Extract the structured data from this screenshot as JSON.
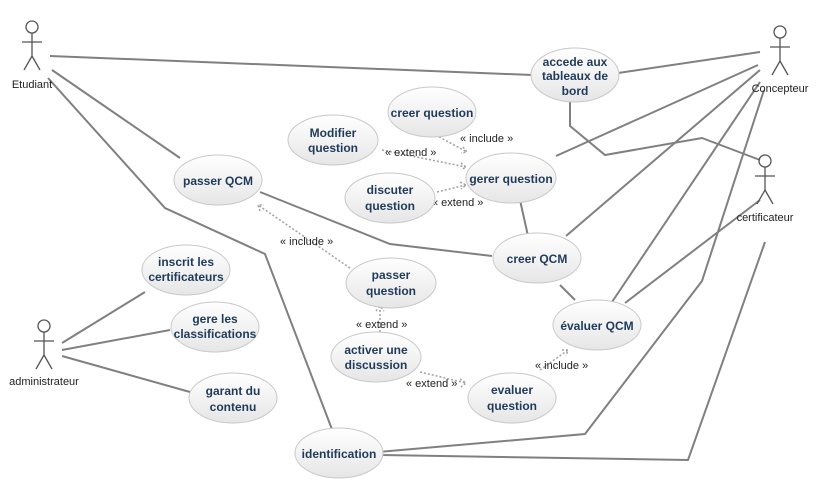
{
  "actors": {
    "etudiant": "Etudiant",
    "concepteur": "Concepteur",
    "certificateur": "certificateur",
    "administrateur": "administrateur"
  },
  "use_cases": {
    "accede": [
      "accede aux",
      "tableaux de",
      "bord"
    ],
    "creer_question": [
      "creer question"
    ],
    "modifier_question": [
      "Modifier",
      "question"
    ],
    "passer_qcm": [
      "passer QCM"
    ],
    "gerer_question": [
      "gerer question"
    ],
    "discuter_question": [
      "discuter",
      "question"
    ],
    "inscrit": [
      "inscrit les",
      "certificateurs"
    ],
    "creer_qcm": [
      "creer QCM"
    ],
    "passer_question": [
      "passer",
      "question"
    ],
    "gere_classifications": [
      "gere les",
      "classifications"
    ],
    "evaluer_qcm": [
      "évaluer QCM"
    ],
    "activer_discussion": [
      "activer une",
      "discussion"
    ],
    "garant": [
      "garant du",
      "contenu"
    ],
    "evaluer_question": [
      "evaluer",
      "question"
    ],
    "identification": [
      "identification"
    ]
  },
  "stereotypes": {
    "include": "« include »",
    "extend": "« extend »",
    "extend_short": "« extend »"
  }
}
